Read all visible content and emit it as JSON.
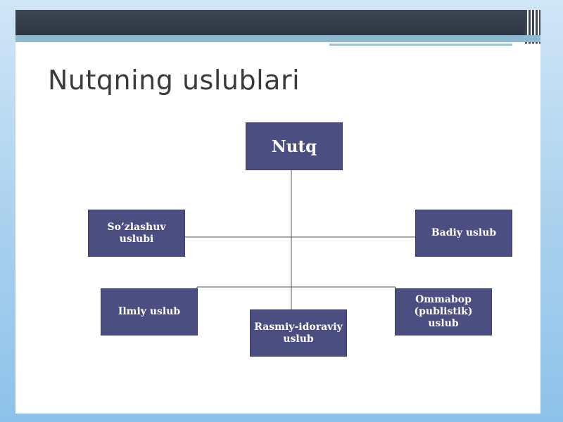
{
  "slide": {
    "title": "Nutqning uslublari"
  },
  "diagram": {
    "root": {
      "label": "Nutq"
    },
    "children": [
      {
        "id": "sozlashuv",
        "label": "So’zlashuv uslubi"
      },
      {
        "id": "badiy",
        "label": "Badiy uslub"
      },
      {
        "id": "ilmiy",
        "label": "Ilmiy uslub"
      },
      {
        "id": "rasmiy",
        "label": "Rasmiy-idoraviy uslub"
      },
      {
        "id": "ommabop",
        "label": "Ommabop (publistik) uslub"
      }
    ]
  },
  "colors": {
    "node_fill": "#4b4e80",
    "node_text": "#ffffff",
    "connector": "#555555",
    "header_bar": "#2e3642"
  }
}
